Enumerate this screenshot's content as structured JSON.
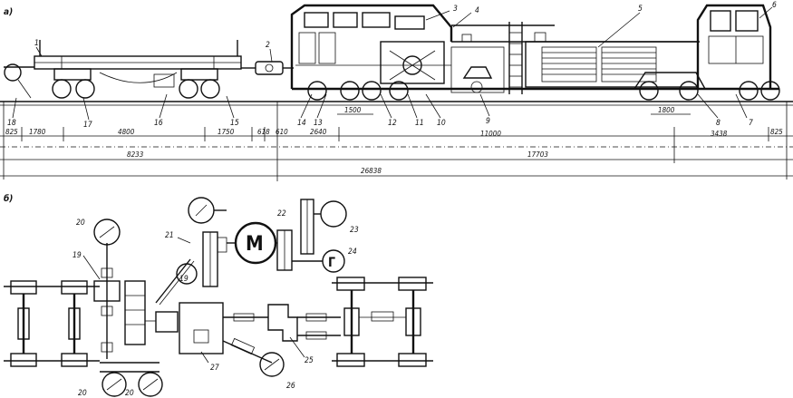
{
  "panels": {
    "a": "а)",
    "b": "б)"
  },
  "top_labels": [
    "1",
    "2",
    "3",
    "4",
    "5",
    "6",
    "7",
    "8",
    "9",
    "10",
    "11",
    "12",
    "13",
    "14",
    "15",
    "16",
    "17",
    "18"
  ],
  "top_dims": {
    "d825a": "825",
    "d1780": "1780",
    "d4800": "4800",
    "d1750": "1750",
    "d618": "618",
    "d610": "610",
    "d2640": "2640",
    "d1500": "1500",
    "d11000": "11000",
    "d1800": "1800",
    "d3438": "3438",
    "d825b": "825",
    "d8233": "8233",
    "d17703": "17703",
    "d26838": "26838"
  },
  "bottom_labels": [
    "19",
    "20",
    "20",
    "20",
    "21",
    "22",
    "23",
    "24",
    "25",
    "26",
    "27",
    "19"
  ],
  "symbols": {
    "motor": "М",
    "generator": "Г"
  }
}
